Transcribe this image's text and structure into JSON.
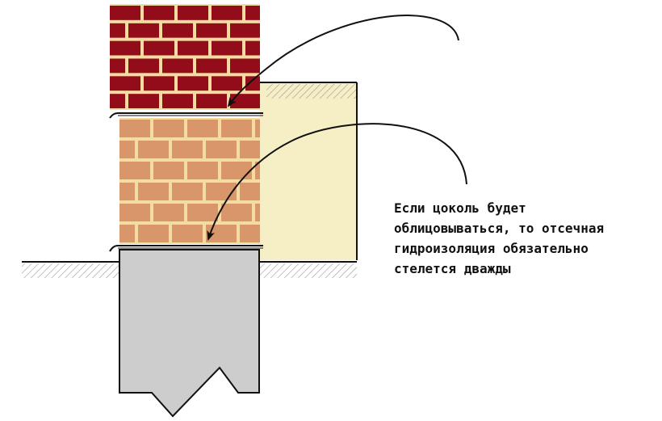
{
  "caption_lines": [
    "Если цоколь будет",
    "облицовываться, то отсечная",
    "гидроизоляция обязательно",
    "стелется дважды"
  ],
  "colors": {
    "upper_brick": "#930c1a",
    "plinth_brick": "#d9966a",
    "mortar": "#f3dca2",
    "insulation": "#f6efc6",
    "foundation": "#cdcdcd",
    "outline": "#111111",
    "ground_hatch": "#999999"
  },
  "upper_brick_rows": 6,
  "plinth_brick_rows": 6
}
